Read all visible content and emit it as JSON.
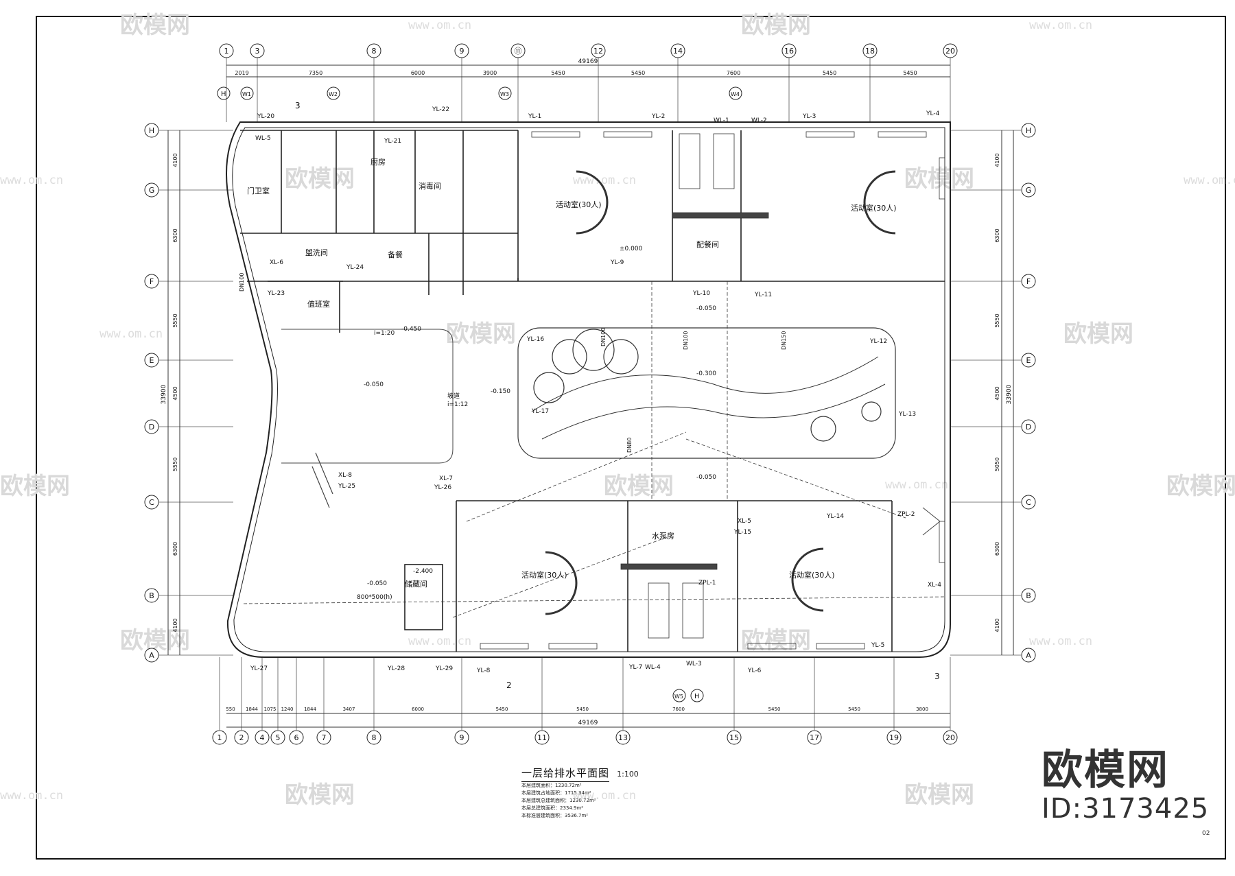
{
  "drawing": {
    "title": "一层给排水平面图",
    "scale": "1:100",
    "notes": [
      "本层建筑面积：1230.72m²",
      "本层建筑占地面积：1715.34m²",
      "本层建筑总建筑面积：1230.72m²",
      "本层总建筑面积：2334.9m²",
      "本标准层建筑面积：3536.7m²"
    ],
    "sheet_number": "02"
  },
  "brand": {
    "name": "欧模网",
    "id_text": "ID:3173425",
    "watermark_text": "欧模网",
    "watermark_url": "www.om.cn"
  },
  "grid_axes": {
    "top_labels": [
      "1",
      "3",
      "8",
      "9",
      "⑪",
      "12",
      "14",
      "16",
      "18",
      "20"
    ],
    "bottom_labels": [
      "1",
      "2",
      "4",
      "5",
      "6",
      "7",
      "8",
      "9",
      "11",
      "13",
      "15",
      "17",
      "19",
      "20"
    ],
    "left_labels": [
      "H",
      "G",
      "F",
      "E",
      "D",
      "C",
      "B",
      "A"
    ],
    "right_labels": [
      "H",
      "G",
      "F",
      "E",
      "D",
      "C",
      "B",
      "A"
    ]
  },
  "dimensions": {
    "top_total": "49169",
    "top_segments": [
      "2019",
      "7350",
      "6000",
      "3900",
      "5450",
      "5450",
      "7600",
      "5450",
      "5450"
    ],
    "bottom_total": "49169",
    "bottom_segments": [
      "550",
      "1844",
      "1075",
      "1240",
      "1844",
      "3407",
      "6000",
      "5450",
      "5450",
      "7600",
      "5450",
      "5450",
      "3800"
    ],
    "left_total": "33900",
    "left_segments": [
      "4100",
      "6300",
      "5550",
      "4500",
      "5550",
      "6300",
      "4100"
    ],
    "right_total": "33900",
    "right_segments": [
      "4100",
      "6300",
      "5550",
      "4500",
      "5050",
      "6300",
      "4100"
    ]
  },
  "rooms": [
    {
      "label": "活动室(30人)"
    },
    {
      "label": "活动室(30人)"
    },
    {
      "label": "活动室(30人)"
    },
    {
      "label": "活动室(30人)"
    },
    {
      "label": "盥洗间"
    },
    {
      "label": "厨房"
    },
    {
      "label": "备餐"
    },
    {
      "label": "储藏间"
    },
    {
      "label": "值班室"
    },
    {
      "label": "配餐间"
    },
    {
      "label": "水泵房"
    },
    {
      "label": "消毒间"
    },
    {
      "label": "门卫室"
    }
  ],
  "pipe_labels": {
    "top": [
      "YL-20",
      "WL-5",
      "YL-21",
      "YL-22",
      "YL-1",
      "YL-2",
      "YL-3",
      "YL-4",
      "WL-1",
      "WL-2"
    ],
    "mid": [
      "YL-24",
      "YL-23",
      "YL-9",
      "YL-10",
      "YL-11",
      "YL-16",
      "YL-12",
      "YL-17",
      "YL-13",
      "XL-6",
      "XL-8",
      "YL-25",
      "XL-7",
      "YL-26",
      "YL-14",
      "YL-15",
      "XL-5"
    ],
    "bottom": [
      "YL-27",
      "YL-28",
      "YL-29",
      "YL-8",
      "YL-7",
      "WL-4",
      "WL-3",
      "YL-6",
      "YL-5",
      "ZPL-1",
      "ZPL-2",
      "XL-4"
    ]
  },
  "elevations": [
    "-0.050",
    "-0.150",
    "-0.050",
    "-0.050",
    "-0.300",
    "-0.050",
    "-0.450",
    "±0.000",
    "-2.400"
  ],
  "pipe_sizes": [
    "DN100",
    "DN100",
    "DN100",
    "DN150",
    "DN80"
  ],
  "misc_labels": {
    "slope_a": "i=1:20",
    "slope_b": "i=1:12",
    "ramp": "坡道",
    "pump_size": "800*500(h)",
    "section_2": "2",
    "section_3": "3",
    "section_3b": "3",
    "h_mark": "H",
    "w_marks": [
      "W1",
      "W2",
      "W3",
      "W4",
      "W5"
    ]
  }
}
